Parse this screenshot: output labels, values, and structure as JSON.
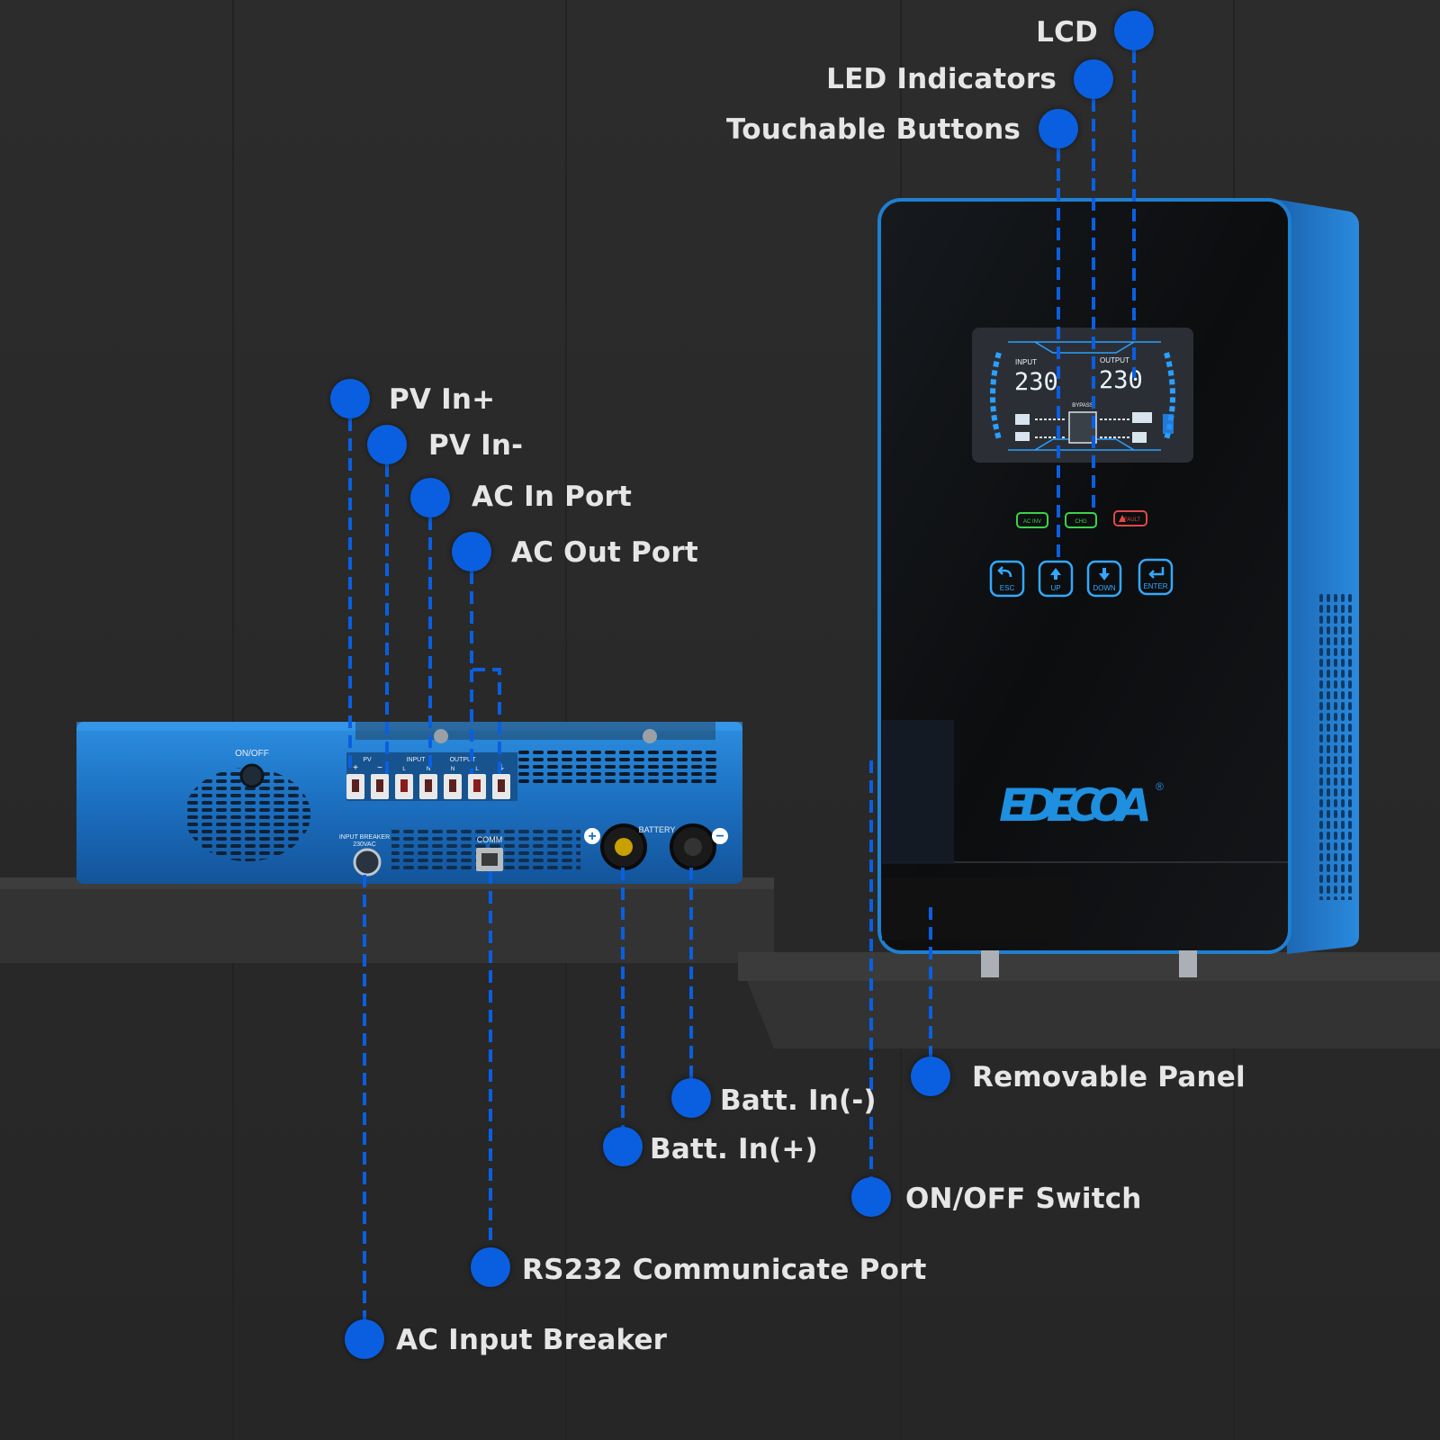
{
  "colors": {
    "background": "#2a2a2a",
    "accent_blue": "#0a5fe0",
    "device_blue": "#1f7fd0",
    "label_text": "#e6e6e6",
    "lcd_cyan": "#34a8ff",
    "led_green": "#3ad44a",
    "led_red": "#e04848"
  },
  "brand": {
    "logo": "EDECOA",
    "registered": "®"
  },
  "callouts": {
    "lcd": "LCD",
    "led_indicators": "LED Indicators",
    "touchable_buttons": "Touchable Buttons",
    "pv_in_plus": "PV In+",
    "pv_in_minus": "PV In-",
    "ac_in_port": "AC In Port",
    "ac_out_port": "AC Out Port",
    "removable_panel": "Removable Panel",
    "batt_in_minus": "Batt.  In(-)",
    "batt_in_plus": "Batt.  In(+)",
    "on_off_switch": "ON/OFF Switch",
    "rs232_port": "RS232 Communicate Port",
    "ac_input_breaker": "AC Input Breaker"
  },
  "lcd": {
    "input_label": "INPUT",
    "output_label": "OUTPUT",
    "input_value": "230",
    "output_value": "230",
    "center_label": "BYPASS"
  },
  "leds": {
    "ac_inv": "AC INV",
    "chg": "CHG",
    "fault": "FAULT"
  },
  "buttons": {
    "esc": "ESC",
    "up": "UP",
    "down": "DOWN",
    "enter": "ENTER"
  },
  "terminal_labels": {
    "pv": "PV",
    "input": "INPUT",
    "output": "OUTPUT",
    "plus": "+",
    "minus": "−",
    "l": "L",
    "n": "N",
    "ground": "⏚"
  },
  "side_labels": {
    "on_off": "ON/OFF",
    "input_breaker": "INPUT BREAKER",
    "breaker_rating": "230VAC",
    "comm": "COMM",
    "battery": "BATTERY",
    "batt_plus": "+",
    "batt_minus": "−"
  },
  "icons": [
    "up-arrow-icon",
    "down-arrow-icon",
    "return-arrow-icon",
    "enter-arrow-icon",
    "sun-icon",
    "warning-icon",
    "battery-icon",
    "house-icon",
    "tower-icon",
    "ground-icon"
  ]
}
